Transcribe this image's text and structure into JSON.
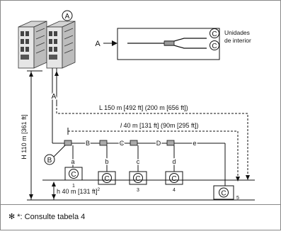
{
  "labels": {
    "outdoor_circle": "A",
    "branch_arrow_label": "A",
    "indoor_units_line1": "Unidades",
    "indoor_units_line2": "de interior",
    "c_symbol": "C",
    "vertical_pipe": "A",
    "branch_b_circle": "B",
    "segment_b": "B",
    "segment_c": "C",
    "segment_d": "D",
    "segment_e": "e",
    "drop_a": "a",
    "drop_b": "b",
    "drop_c": "c",
    "drop_d": "d",
    "unit_1": "1",
    "unit_2": "2",
    "unit_3": "3",
    "unit_4": "4",
    "unit_5": "5",
    "H": "H 110 m [361 ft]",
    "L": "L 150 m [492 ft] (200 m [656 ft])",
    "l_prefix": "l",
    "l_rest": " 40 m [131 ft] (90m [295 ft])",
    "h": "h 40 m [131 ft]"
  },
  "footnote": {
    "symbol": "✻",
    "text": " *: Consulte tabela 4"
  }
}
